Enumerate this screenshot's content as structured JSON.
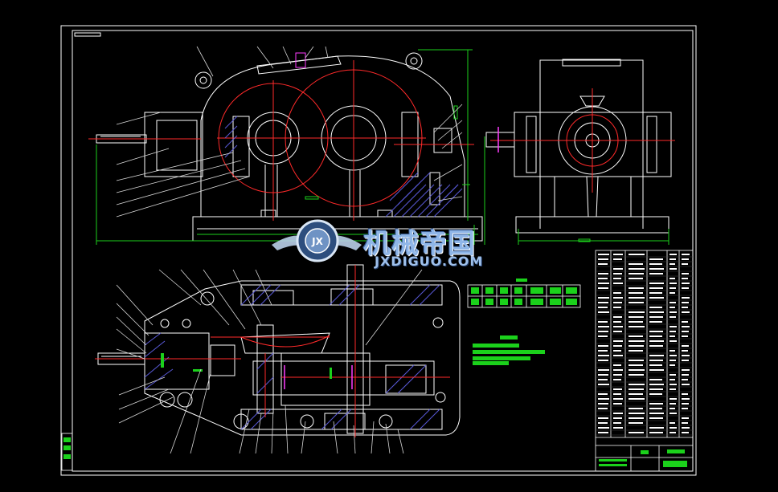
{
  "drawing": {
    "watermark_title": "机械帝国",
    "watermark_site": "JXDIGUO.COM",
    "watermark_badge": "JX"
  },
  "colors": {
    "background": "#000000",
    "outline": "#ffffff",
    "centerline": "#ff2a2a",
    "dimension": "#1bd11b",
    "hatch": "#5a5ad8",
    "accent": "#ff3cff",
    "leader": "#d8d8d8"
  },
  "icons": [
    "gear-logo-icon"
  ]
}
